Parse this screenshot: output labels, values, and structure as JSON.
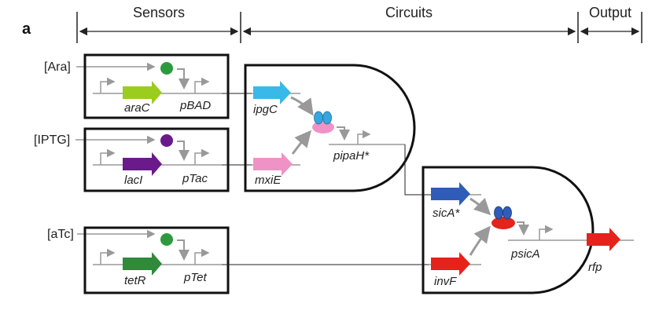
{
  "panel_label": "a",
  "headers": {
    "sensors": "Sensors",
    "circuits": "Circuits",
    "output": "Output"
  },
  "inputs": {
    "ara": "[Ara]",
    "iptg": "[IPTG]",
    "atc": "[aTc]"
  },
  "genes": {
    "araC": "araC",
    "pBAD": "pBAD",
    "lacI": "lacI",
    "pTac": "pTac",
    "tetR": "tetR",
    "pTet": "pTet",
    "ipgC": "ipgC",
    "mxiE": "mxiE",
    "pipaH": "pipaH*",
    "sicA": "sicA*",
    "invF": "invF",
    "psicA": "psicA",
    "rfp": "rfp"
  },
  "colors": {
    "araC": "#9acd1e",
    "lacI": "#6a1a8a",
    "tetR": "#2f8a3a",
    "ipgC": "#39b8ea",
    "mxiE": "#ef93c6",
    "sicA": "#2f5cb8",
    "invF": "#e5231c",
    "rfp": "#e5231c",
    "ara_ligand": "#2e9a3e",
    "iptg_ligand": "#6a1a8a",
    "atc_ligand": "#2e9a3e",
    "chaperone_top": "#36a6e0",
    "chaperone_bottom": "#ef93c6",
    "sic_top": "#2f5cb8",
    "sic_bottom": "#e5231c"
  }
}
